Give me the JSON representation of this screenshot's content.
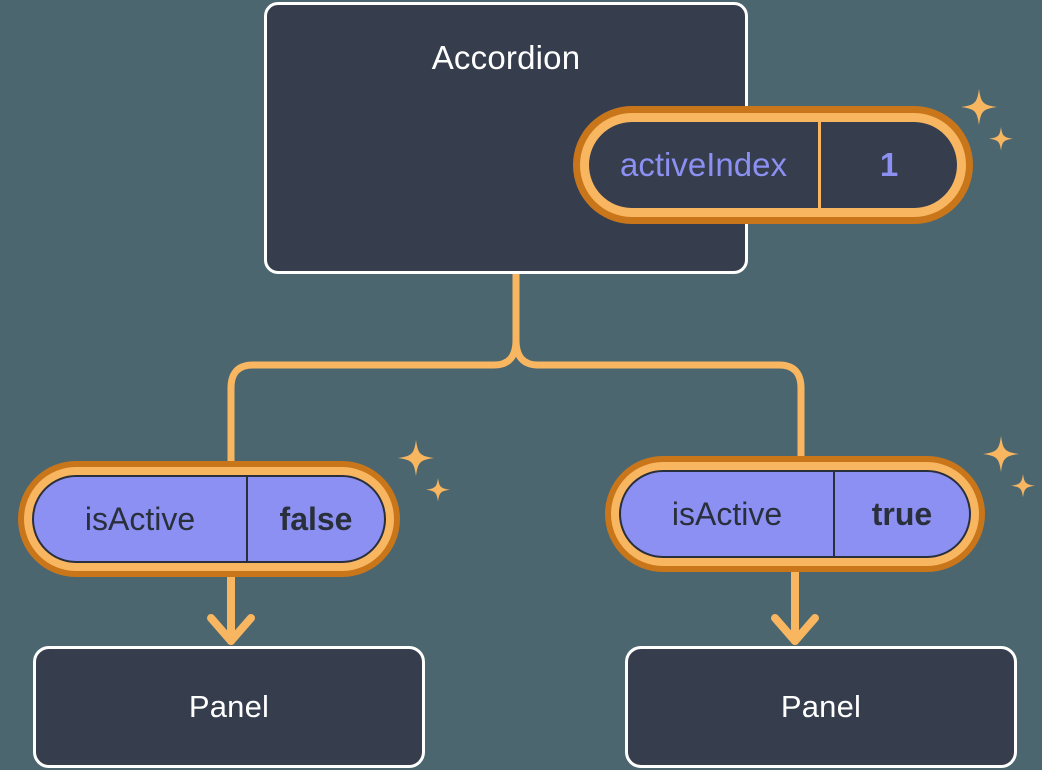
{
  "theme": {
    "background": "#4c666f",
    "card_fill": "#363d4d",
    "card_border": "#ffffff",
    "accent_orange_light": "#f8b661",
    "accent_orange_dark": "#c9761a",
    "state_purple": "#8b90f2",
    "text_dark": "#2a2f3c",
    "text_light": "#ffffff"
  },
  "diagram": {
    "type": "component-state-tree",
    "root": {
      "name": "accordion-card",
      "title": "Accordion",
      "state": {
        "key": "activeIndex",
        "value": "1"
      }
    },
    "children": [
      {
        "name": "left-branch",
        "state": {
          "key": "isActive",
          "value": "false"
        },
        "component": {
          "title": "Panel"
        }
      },
      {
        "name": "right-branch",
        "state": {
          "key": "isActive",
          "value": "true"
        },
        "component": {
          "title": "Panel"
        }
      }
    ]
  },
  "icons": {
    "sparkle": "sparkle-icon",
    "arrow_down": "arrow-down-icon"
  }
}
